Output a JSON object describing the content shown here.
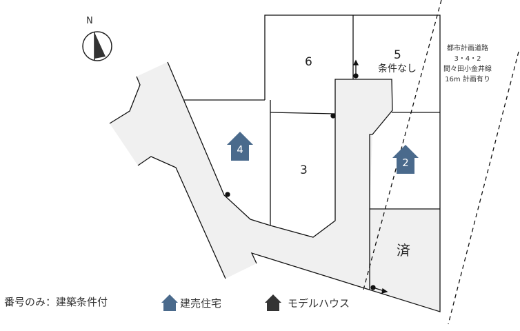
{
  "compass": {
    "label": "N"
  },
  "lots": [
    {
      "id": "6",
      "label": "6"
    },
    {
      "id": "5",
      "label": "5",
      "note": "条件なし"
    },
    {
      "id": "4",
      "label": "4"
    },
    {
      "id": "3",
      "label": "3"
    },
    {
      "id": "2",
      "label": "2"
    },
    {
      "id": "sold",
      "label": "済"
    }
  ],
  "road_note": [
    "都市計画道路",
    "3・4・2",
    "間々田小金井線",
    "16m 計画有り"
  ],
  "legend": {
    "number_only": "番号のみ：建築条件付",
    "ready_built": "建売住宅",
    "model_house": "モデルハウス"
  },
  "colors": {
    "ready_built": "#4a6a8c",
    "model_house": "#333333",
    "road": "#f0f0f0"
  }
}
